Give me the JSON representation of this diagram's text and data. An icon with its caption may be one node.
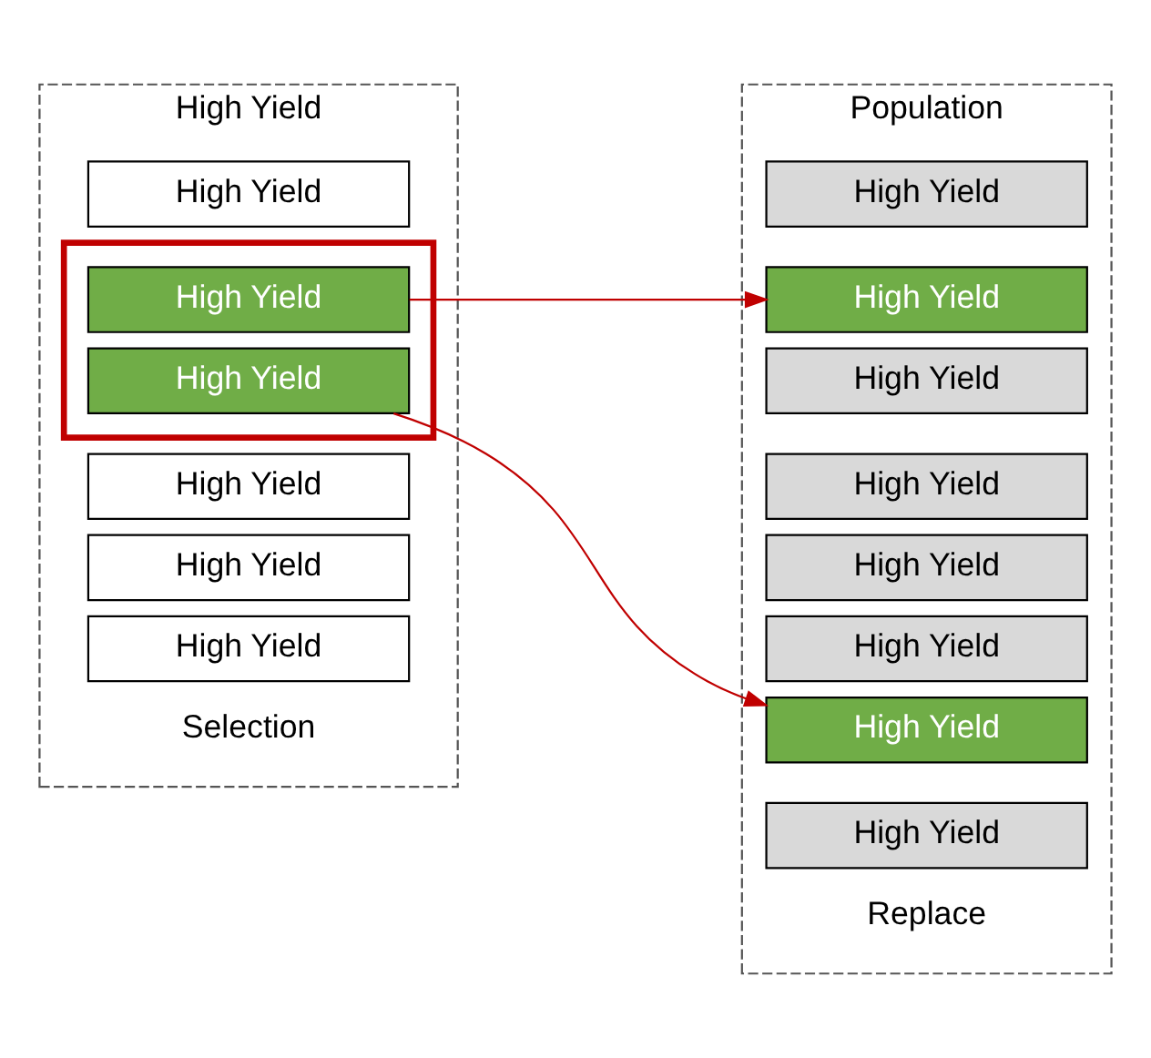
{
  "diagram": {
    "nodes": [
      {
        "text": [
          "High Yield"
        ],
        "beside": [
          "Selection"
        ]
      },
      {
        "text": [
          "High Yield"
        ],
        "in": 0
      },
      {
        "text": [],
        "shape": "box",
        "in": 0
      },
      {
        "text": [
          "High Yield"
        ],
        "in": 2
      },
      {
        "text": [
          "High Yield"
        ],
        "in": 2
      },
      {
        "text": [
          "High Yield"
        ],
        "in": 0
      },
      {
        "text": [
          "High Yield"
        ],
        "in": 0
      },
      {
        "text": [
          "High Yield"
        ],
        "in": 0
      },
      {
        "text": [
          "Population"
        ],
        "beside": [
          "Replace"
        ]
      },
      {
        "text": [
          "High Yield"
        ],
        "in": 8
      },
      {
        "text": [
          "High Yield"
        ],
        "in": 8
      },
      {
        "text": [
          "High Yield"
        ],
        "in": 8
      },
      {
        "text": [
          "High Yield"
        ],
        "in": 8
      },
      {
        "text": [
          "High Yield"
        ],
        "in": 8
      },
      {
        "text": [
          "High Yield"
        ],
        "in": 8
      },
      {
        "text": [
          "High Yield"
        ],
        "in": 8
      },
      {
        "text": [
          "High Yield"
        ],
        "in": 8
      }
    ],
    "edges": [
      {
        "from": 3,
        "to": 10,
        "arrow": "to"
      },
      {
        "from": 4,
        "to": 15,
        "arrow": "to"
      }
    ]
  }
}
